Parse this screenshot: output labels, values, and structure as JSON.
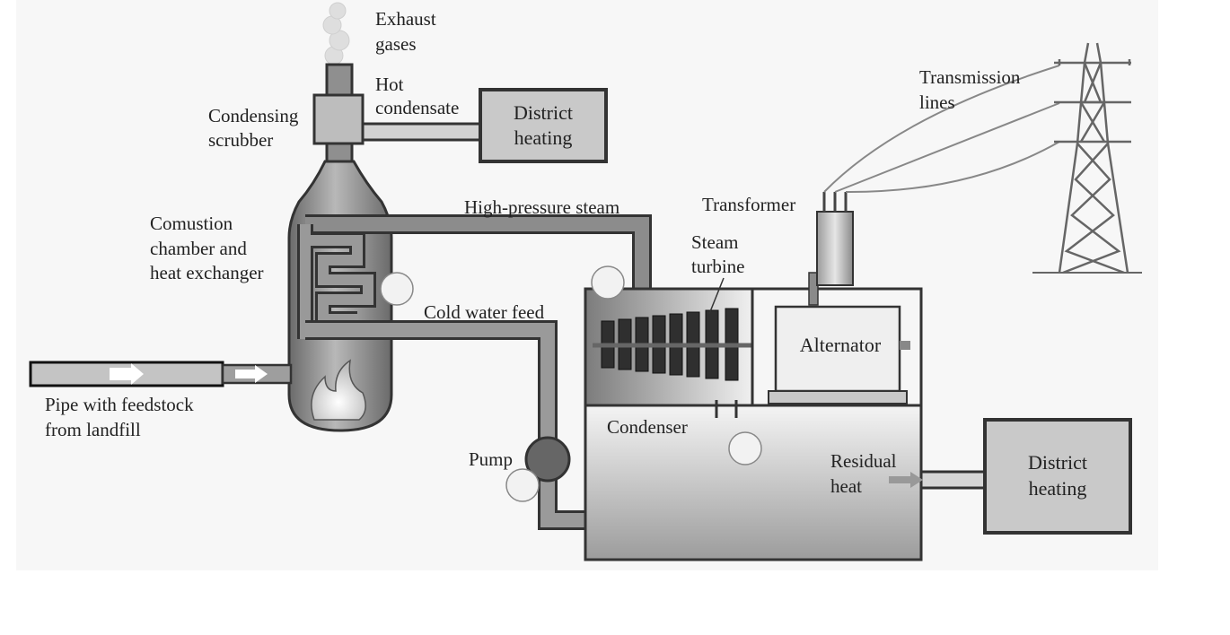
{
  "labels": {
    "exhaust_line1": "Exhaust",
    "exhaust_line2": "gases",
    "hot_condensate_line1": "Hot",
    "hot_condensate_line2": "condensate",
    "condensing_scrubber_line1": "Condensing",
    "condensing_scrubber_line2": "scrubber",
    "district_heating_top_line1": "District",
    "district_heating_top_line2": "heating",
    "combustion_line1": "Comustion",
    "combustion_line2": "chamber and",
    "combustion_line3": "heat exchanger",
    "high_pressure_steam": "High-pressure steam",
    "transformer": "Transformer",
    "steam_turbine_line1": "Steam",
    "steam_turbine_line2": "turbine",
    "transmission_line1": "Transmission",
    "transmission_line2": "lines",
    "cold_water_feed": "Cold water feed",
    "alternator": "Alternator",
    "pipe_line1": "Pipe with feedstock",
    "pipe_line2": "from landfill",
    "condenser": "Condenser",
    "pump": "Pump",
    "residual_heat_line1": "Residual",
    "residual_heat_line2": "heat",
    "district_heating_bottom_line1": "District",
    "district_heating_bottom_line2": "heating"
  },
  "colors": {
    "background": "#ffffff",
    "panel": "#f7f7f7",
    "outline": "#333333",
    "pipe_fill": "#9a9a9a",
    "box_fill": "#c9c9c9",
    "pump": "#666666",
    "marker": "#f2f2f2"
  }
}
